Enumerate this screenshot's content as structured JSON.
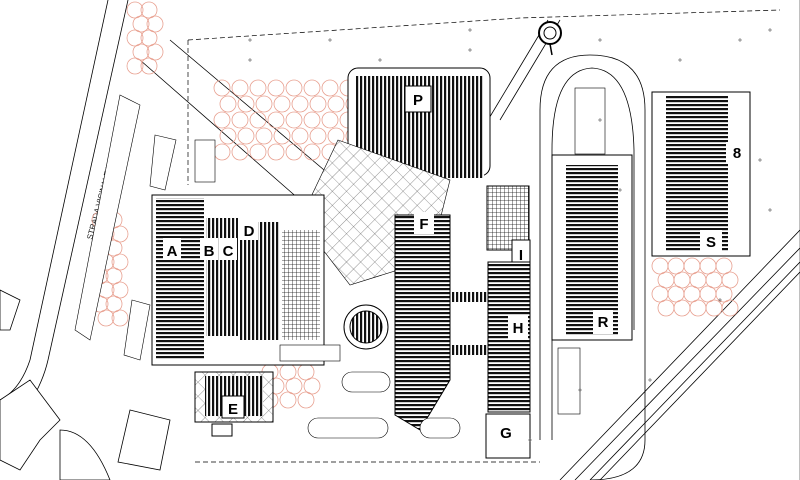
{
  "buildings": {
    "A": "A",
    "B": "B",
    "C": "C",
    "D": "D",
    "E": "E",
    "F": "F",
    "G": "G",
    "H": "H",
    "I": "I",
    "P": "P",
    "R": "R",
    "S": "S",
    "num8": "8"
  },
  "road_label": "STRADA VICINALE TARO",
  "colors": {
    "line": "#000000",
    "tree": "#e8a090",
    "ground": "#ffffff"
  }
}
